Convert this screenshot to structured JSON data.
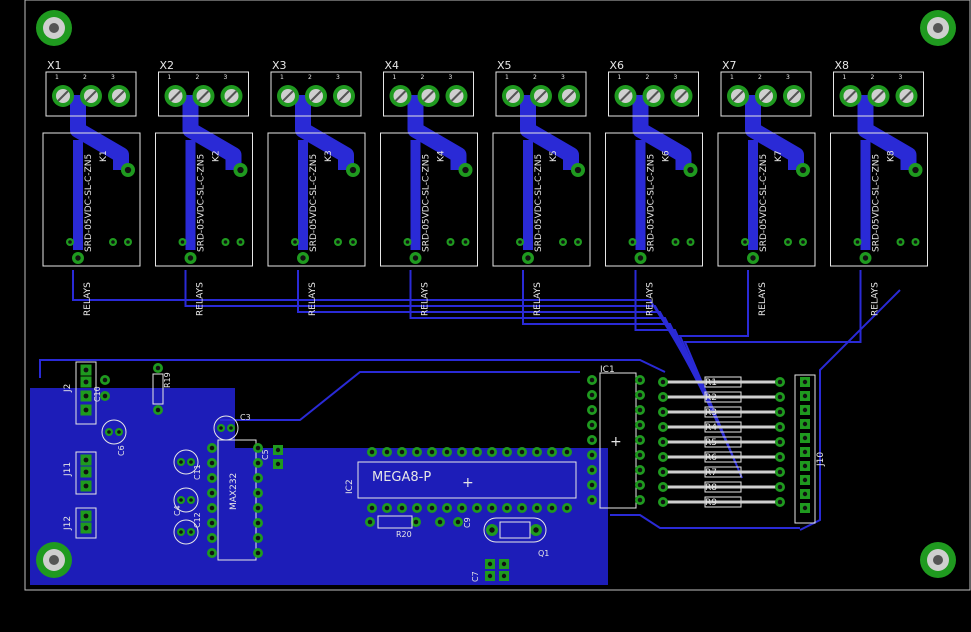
{
  "colors": {
    "background": "#000000",
    "trace": "#2a2ad6",
    "pad": "#1f9a1f",
    "silk": "#e6e6e6",
    "outline": "#bfbfbf"
  },
  "relays": [
    {
      "connector": "X1",
      "ref": "K1"
    },
    {
      "connector": "X2",
      "ref": "K2"
    },
    {
      "connector": "X3",
      "ref": "K3"
    },
    {
      "connector": "X4",
      "ref": "K4"
    },
    {
      "connector": "X5",
      "ref": "K5"
    },
    {
      "connector": "X6",
      "ref": "K6"
    },
    {
      "connector": "X7",
      "ref": "K7"
    },
    {
      "connector": "X8",
      "ref": "K8"
    }
  ],
  "relay_part": "SRD-05VDC-SL-C-ZN5",
  "relay_package": "RELAYS",
  "terminal_pins": [
    "1",
    "2",
    "3"
  ],
  "resistors": [
    "R1",
    "R2",
    "R3",
    "R4",
    "R5",
    "R6",
    "R7",
    "R8",
    "R9"
  ],
  "labels": {
    "ic1": "IC1",
    "ic2": "IC2",
    "mcu": "MEGA8-P",
    "max232": "MAX232",
    "j2": "J2",
    "j10": "J10",
    "j11": "J11",
    "j12": "J12",
    "r19": "R19",
    "r20": "R20",
    "q1": "Q1",
    "c3": "C3",
    "c4": "C4",
    "c5": "C5",
    "c6": "C6",
    "c7": "C7",
    "c9": "C9",
    "c10": "C10",
    "c11": "C11",
    "c12": "C12"
  }
}
